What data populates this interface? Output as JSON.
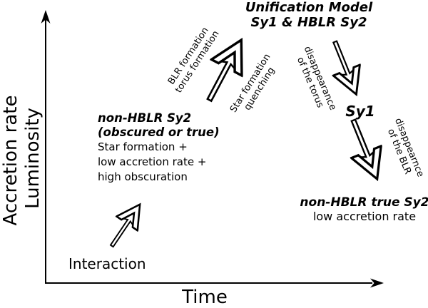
{
  "title": {
    "line1": "Unification Model",
    "line2": "Sy1 & HBLR Sy2"
  },
  "axes": {
    "y_label_1": "Accretion rate",
    "y_label_2": "Luminosity",
    "x_label": "Time"
  },
  "stages": {
    "interaction": {
      "label": "Interaction"
    },
    "non_hblr_sy2": {
      "name_line1": "non-HBLR Sy2",
      "name_line2": "(obscured or true)",
      "desc_line1": "Star formation +",
      "desc_line2": "low accretion rate +",
      "desc_line3": "high obscuration"
    },
    "sy1": {
      "label": "Sy1"
    },
    "non_hblr_true_sy2": {
      "name": "non-HBLR true Sy2",
      "desc": "low accretion rate"
    }
  },
  "transitions": {
    "formation": {
      "line1": "BLR formation",
      "line2": "torus formation"
    },
    "quenching": {
      "line1": "Star formation",
      "line2": "quenching"
    },
    "torus_loss": {
      "line1": "disappearance",
      "line2": "of the torus"
    },
    "blr_loss": {
      "line1": "disappearnce",
      "line2": "of the BLR"
    }
  },
  "colors": {
    "ink": "#000000",
    "background": "#ffffff"
  }
}
